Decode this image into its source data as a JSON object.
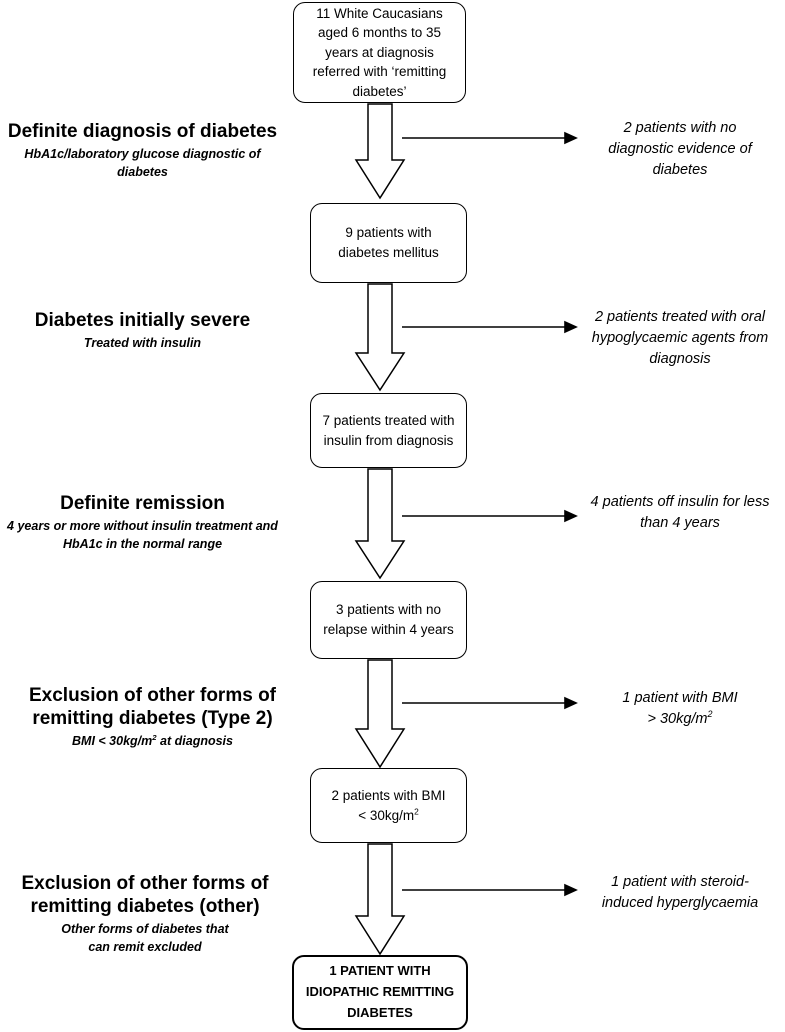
{
  "boxes": {
    "start": "11 White Caucasians aged 6 months to 35 years at diagnosis referred with ‘remitting diabetes’",
    "b1": "9 patients with diabetes mellitus",
    "b2": "7 patients treated with insulin from diagnosis",
    "b3": "3 patients with no relapse within 4 years",
    "b4_pre": "2 patients with BMI",
    "b4_line2": "< 30kg/m",
    "b4_sup": "2",
    "final": "1 PATIENT WITH IDIOPATHIC REMITTING DIABETES"
  },
  "steps": {
    "s1_heading": "Definite diagnosis of diabetes",
    "s1_sub": "HbA1c/laboratory glucose diagnostic of diabetes",
    "s2_heading": "Diabetes initially severe",
    "s2_sub": "Treated with insulin",
    "s3_heading": "Definite remission",
    "s3_sub": "4 years or more without insulin treatment and HbA1c in the normal range",
    "s4_heading": "Exclusion of other forms of remitting diabetes (Type 2)",
    "s4_sub_pre": "BMI < 30kg/m",
    "s4_sub_sup": "2",
    "s4_sub_post": " at diagnosis",
    "s5_heading": "Exclusion of other forms of remitting diabetes (other)",
    "s5_sub": "Other forms of diabetes that can remit excluded"
  },
  "exclusions": {
    "e1": "2 patients with no diagnostic evidence of diabetes",
    "e2": "2 patients treated with oral hypoglycaemic agents from diagnosis",
    "e3": "4 patients off insulin for less than 4 years",
    "e4_line1": "1 patient with BMI",
    "e4_line2": "> 30kg/m",
    "e4_sup": "2",
    "e5": "1 patient with steroid-induced hyperglycaemia"
  }
}
